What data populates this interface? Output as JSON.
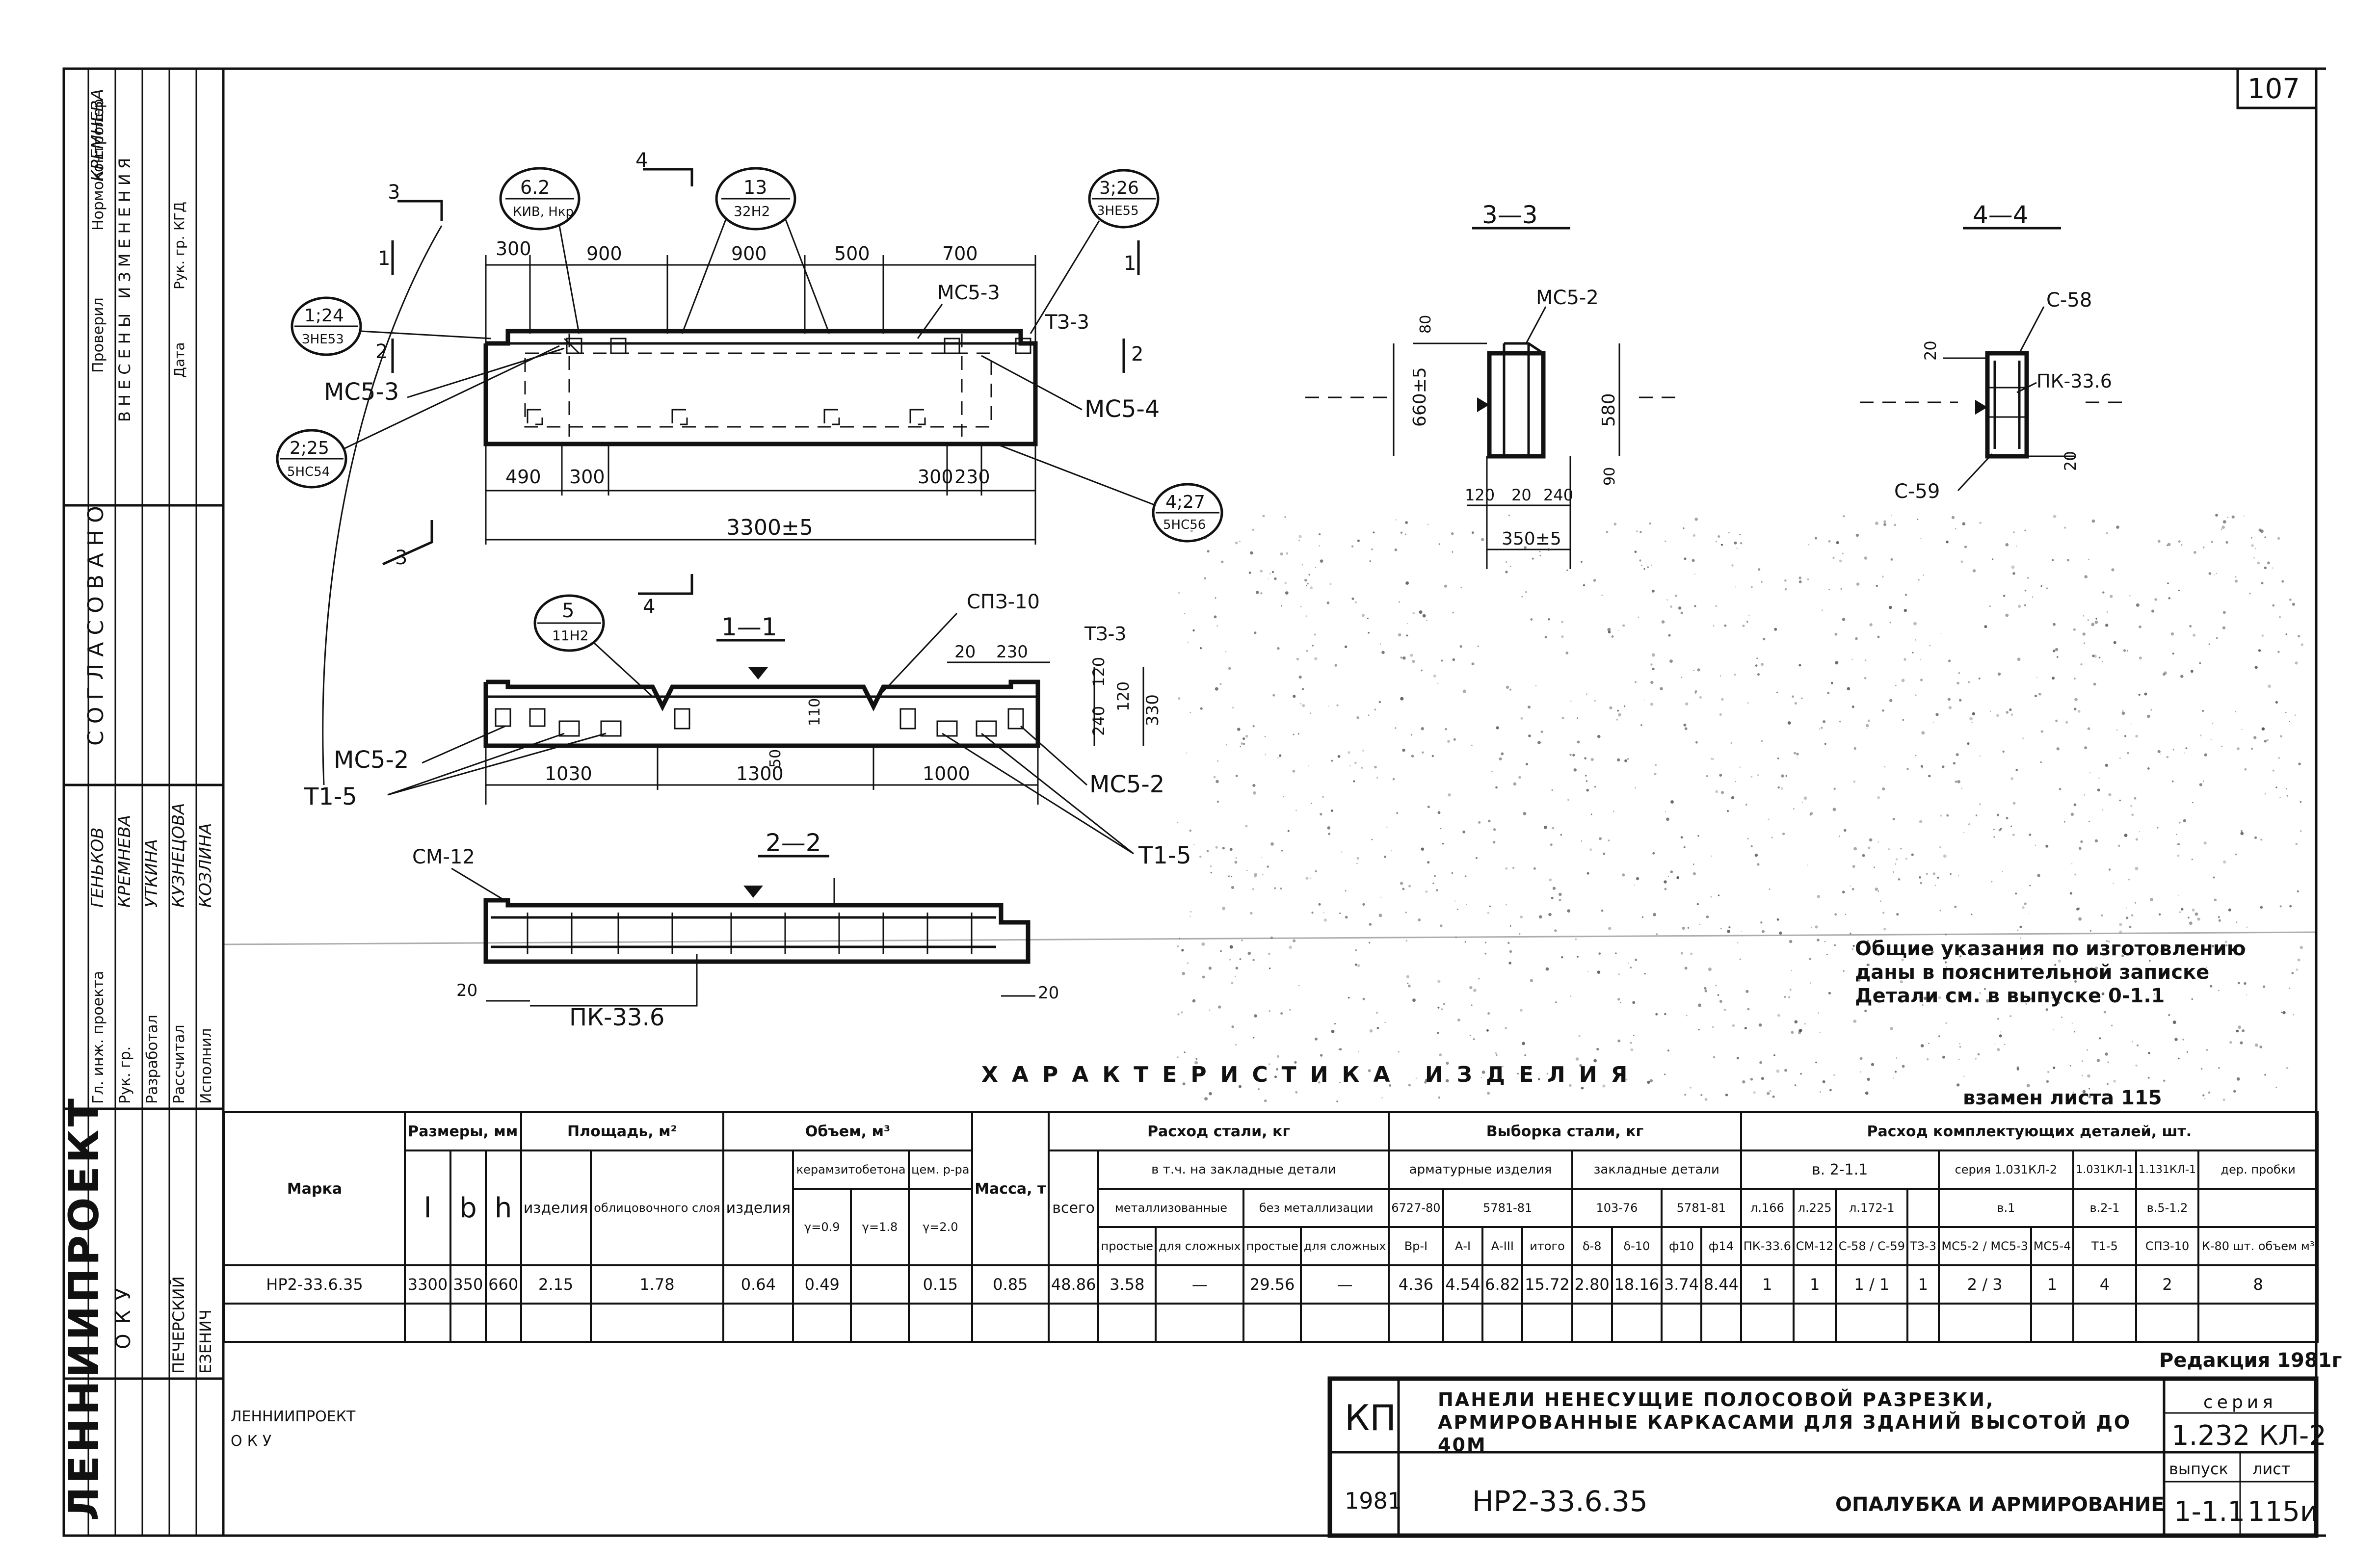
{
  "sheet": {
    "page_number": "107",
    "general_notes": [
      "Общие указания по изготовлению",
      "даны в пояснительной записке",
      "Детали см. в выпуске 0-1.1"
    ],
    "characteristics_title": "ХАРАКТЕРИСТИКА ИЗДЕЛИЯ",
    "sheet_ref": "взамен листа 115",
    "edition": "Редакция 1981г"
  },
  "drawing_labels": {
    "view_main": {
      "dims_top": [
        "300",
        "900",
        "900",
        "500",
        "700"
      ],
      "dims_bottom": [
        "490",
        "300",
        "300",
        "230"
      ],
      "overall": "3300±5",
      "callouts": [
        {
          "num": "6.2",
          "sub": "КИВ, Нкр"
        },
        {
          "num": "13",
          "sub": "32Н2"
        },
        {
          "num": "3;26",
          "sub": "3НЕ55"
        },
        {
          "num": "1;24",
          "sub": "ЗНЕ53"
        },
        {
          "num": "2;25",
          "sub": "5НС54"
        },
        {
          "num": "4;27",
          "sub": "5НС56"
        },
        {
          "num": "5",
          "sub": "11Н2"
        }
      ],
      "parts": [
        "МС5-3",
        "МС5-3",
        "ТЗ-3",
        "МС5-4"
      ],
      "section_marks": [
        "3",
        "4",
        "1",
        "1",
        "2",
        "2",
        "3"
      ]
    },
    "section_3_3": {
      "title": "3—3",
      "part": "МС5-2",
      "dims": [
        "80",
        "660±5",
        "580",
        "90",
        "120",
        "20",
        "240",
        "350±5"
      ]
    },
    "section_4_4": {
      "title": "4—4",
      "parts": [
        "С-58",
        "ПК-33.6",
        "С-59"
      ],
      "dims": [
        "20",
        "20"
      ]
    },
    "section_1_1": {
      "title": "1—1",
      "parts": [
        "СПЗ-10",
        "ТЗ-3",
        "МС5-2",
        "Т1-5",
        "МС5-2",
        "Т1-5"
      ],
      "dims": [
        "20",
        "230",
        "120",
        "240",
        "120",
        "330",
        "110",
        "50",
        "1030",
        "1300",
        "1000"
      ],
      "marks": [
        "4"
      ]
    },
    "section_2_2": {
      "title": "2—2",
      "parts": [
        "СМ-12",
        "ПК-33.6"
      ],
      "dims": [
        "20",
        "20"
      ]
    }
  },
  "table": {
    "col_marka": "Марка",
    "h_sizes": "Размеры, мм",
    "h_area": "Площадь, м²",
    "h_volume": "Объем, м³",
    "h_mass": "Масса, т",
    "h_steel": "Расход стали, кг",
    "h_steel_sel": "Выборка стали, кг",
    "h_parts": "Расход комплектующих деталей, шт.",
    "sub_sizes": [
      "l",
      "b",
      "h"
    ],
    "sub_area": [
      "изделия",
      "облицовочного слоя"
    ],
    "sub_volume": [
      "изделия",
      "керамзитобетона",
      "цем. р-ра"
    ],
    "sub_volume_detail": [
      "γ=0.9",
      "γ=1.8",
      "γ=2.0"
    ],
    "sub_steel": [
      "всего",
      "в т.ч. на закладные детали",
      "металлизованные",
      "без металлизации"
    ],
    "sub_steel_detail": [
      "простые",
      "для сложных",
      "простые",
      "для сложных"
    ],
    "sub_sel_groups": [
      "арматурные изделия",
      "закладные детали"
    ],
    "sub_sel_std": [
      "6727-80",
      "5781-81",
      "103-76",
      "5781-81"
    ],
    "sub_sel_cls": [
      "Вр-I",
      "А-I",
      "А-III",
      "итого",
      "δ-8",
      "δ-10",
      "ф10",
      "ф14"
    ],
    "sub_parts_series": [
      "в. 2-1.1",
      "серия 1.031КЛ-2",
      "1.031КЛ-1",
      "1.131КЛ-1",
      "дер. пробки"
    ],
    "sub_parts_sheets": [
      "л.166",
      "л.225",
      "л.172-1",
      "в.1",
      "в.2-1",
      "в.5-1.2"
    ],
    "sub_parts_items": [
      "ПК-33.6",
      "СМ-12",
      "С-58 / С-59",
      "ТЗ-3",
      "МС5-2 / МС5-3",
      "МС5-4",
      "Т1-5",
      "СПЗ-10",
      "К-80 шт. объем м³"
    ],
    "row": {
      "marka": "НР2-33.6.35",
      "l": "3300",
      "b": "350",
      "h": "660",
      "area": "2.15",
      "area_facing": "1.78",
      "vol": "0.64",
      "vol_ceramsite": "0.49",
      "vol_a": "",
      "vol_b": "",
      "vol_cement": "0.15",
      "mass": "0.85",
      "steel_total": "48.86",
      "steel_met_simple": "3.58",
      "steel_met_complex": "—",
      "steel_nomet_simple": "29.56",
      "steel_nomet_complex": "—",
      "sel_vr1": "4.36",
      "sel_a1": "4.54",
      "sel_a3": "6.82",
      "sel_total": "15.72",
      "sel_d8": "2.80",
      "sel_d10": "18.16",
      "sel_f10": "3.74",
      "sel_f14": "8.44",
      "p_pk": "1",
      "p_sm": "1",
      "p_c": "1 / 1",
      "p_t3": "1",
      "p_ms": "2 / 3",
      "p_ms4": "1",
      "p_t1": "4",
      "p_sp": "2",
      "p_k": "8"
    }
  },
  "title_block": {
    "org": "ЛЕННИИПРОЕКТ",
    "dept": "ОКУ",
    "code": "КП",
    "description": "ПАНЕЛИ НЕНЕСУЩИЕ ПОЛОСОВОЙ РАЗРЕЗКИ, АРМИРОВАННЫЕ КАРКАСАМИ ДЛЯ ЗДАНИЙ ВЫСОТОЙ ДО 40М",
    "year": "1981",
    "product": "НР2-33.6.35",
    "sheet_title": "ОПАЛУБКА И АРМИРОВАНИЕ",
    "series_label": "серия",
    "series": "1.232 КЛ-2",
    "issue_label": "выпуск",
    "issue": "1-1.1",
    "sheet_label": "лист",
    "sheet": "115и"
  },
  "side_stamp": {
    "roles": [
      "Гл. инж. проекта",
      "Рук. гр.",
      "Разработал",
      "Рассчитал",
      "Исполнил",
      "Проверил",
      "Нормоконтролер"
    ],
    "names": [
      "ГЕНЬКОВ",
      "КРЕМНЕВА",
      "УТКИНА",
      "КУЗНЕЦОВА",
      "КОЗЛИНА",
      "КРЕМНЕВА"
    ],
    "approved": "СОГЛАСОВАНО",
    "changes": "ВНЕСЕНЫ ИЗМЕНЕНИЯ",
    "fields": [
      "Дата",
      "Рук. гр.",
      "КГД"
    ],
    "org_left": "ЛЕННИИПРОЕКТ",
    "dept_left": "ОКУ",
    "authors": [
      "ПЕЧЕРСКИЙ",
      "ЕЗЕНИЧ"
    ]
  }
}
